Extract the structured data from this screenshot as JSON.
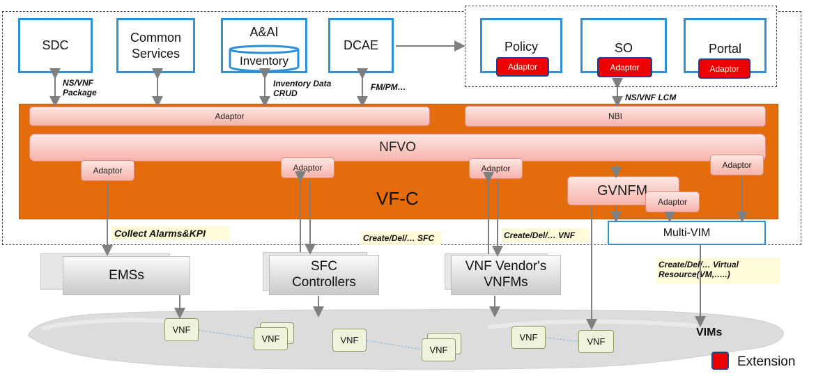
{
  "top": {
    "sdc": "SDC",
    "common_services": "Common Services",
    "aai": "A&AI",
    "inventory": "Inventory",
    "dcae": "DCAE",
    "policy": "Policy",
    "so": "SO",
    "portal": "Portal",
    "ext_adaptor": "Adaptor"
  },
  "interfaces": {
    "ns_vnf_package": "NS/VNF Package",
    "inventory_crud": "Inventory Data CRUD",
    "fm_pm": "FM/PM…",
    "ns_vnf_lcm": "NS/VNF LCM"
  },
  "vfc": {
    "adaptor_bar": "Adaptor",
    "nbi": "NBI",
    "nfvo": "NFVO",
    "title": "VF-C",
    "adaptor": "Adaptor",
    "gvnfm": "GVNFM",
    "multivim": "Multi-VIM"
  },
  "south": {
    "collect": "Collect Alarms&KPI",
    "create_sfc": "Create/Del/… SFC",
    "create_vnf": "Create/Del/… VNF",
    "create_vr": "Create/Del/… Virtual Resource(VM,…..)",
    "emss": "EMSs",
    "sfc_controllers": "SFC Controllers",
    "vendor_vnfms": "VNF Vendor's VNFMs",
    "vims": "VIMs",
    "vnf": "VNF"
  },
  "legend": {
    "extension": "Extension"
  },
  "colors": {
    "vfc_orange": "#e46c0a",
    "box_blue": "#2e8fd6",
    "extension_red": "#ee0000"
  }
}
